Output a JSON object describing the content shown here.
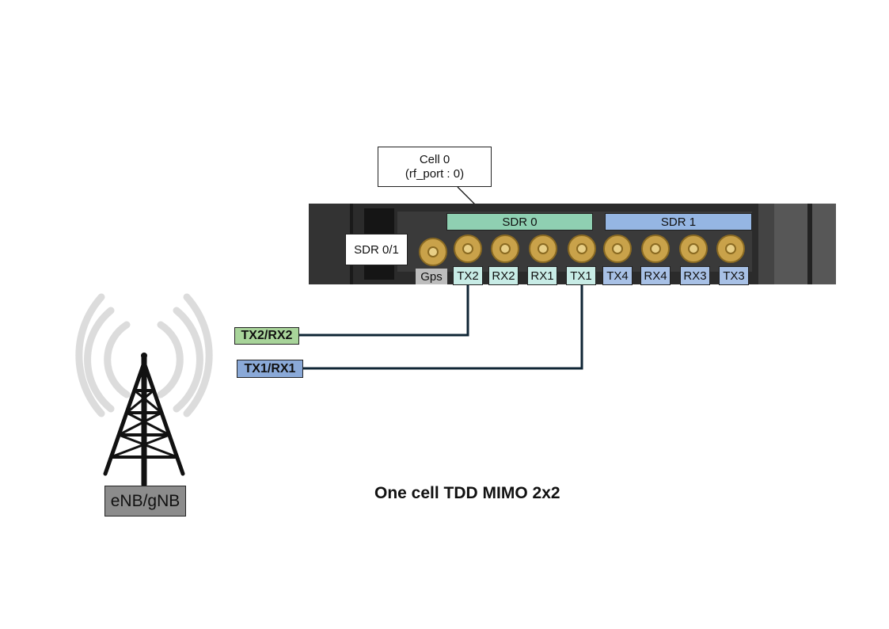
{
  "cell": {
    "name": "Cell 0",
    "port": "(rf_port : 0)"
  },
  "sdr_labels": {
    "sdr0": "SDR 0",
    "sdr1": "SDR 1",
    "sdr01": "SDR 0/1"
  },
  "gps": "Gps",
  "ports": [
    "TX2",
    "RX2",
    "RX1",
    "TX1",
    "TX4",
    "RX4",
    "RX3",
    "TX3"
  ],
  "antenna_labels": {
    "tx2rx2": "TX2/RX2",
    "tx1rx1": "TX1/RX1"
  },
  "station_label": "eNB/gNB",
  "caption": "One cell TDD MIMO 2x2",
  "colors": {
    "sdr0": "#8fd0b2",
    "sdr1": "#95b6e3",
    "cable": "#0f2535",
    "tower": "#111111"
  }
}
